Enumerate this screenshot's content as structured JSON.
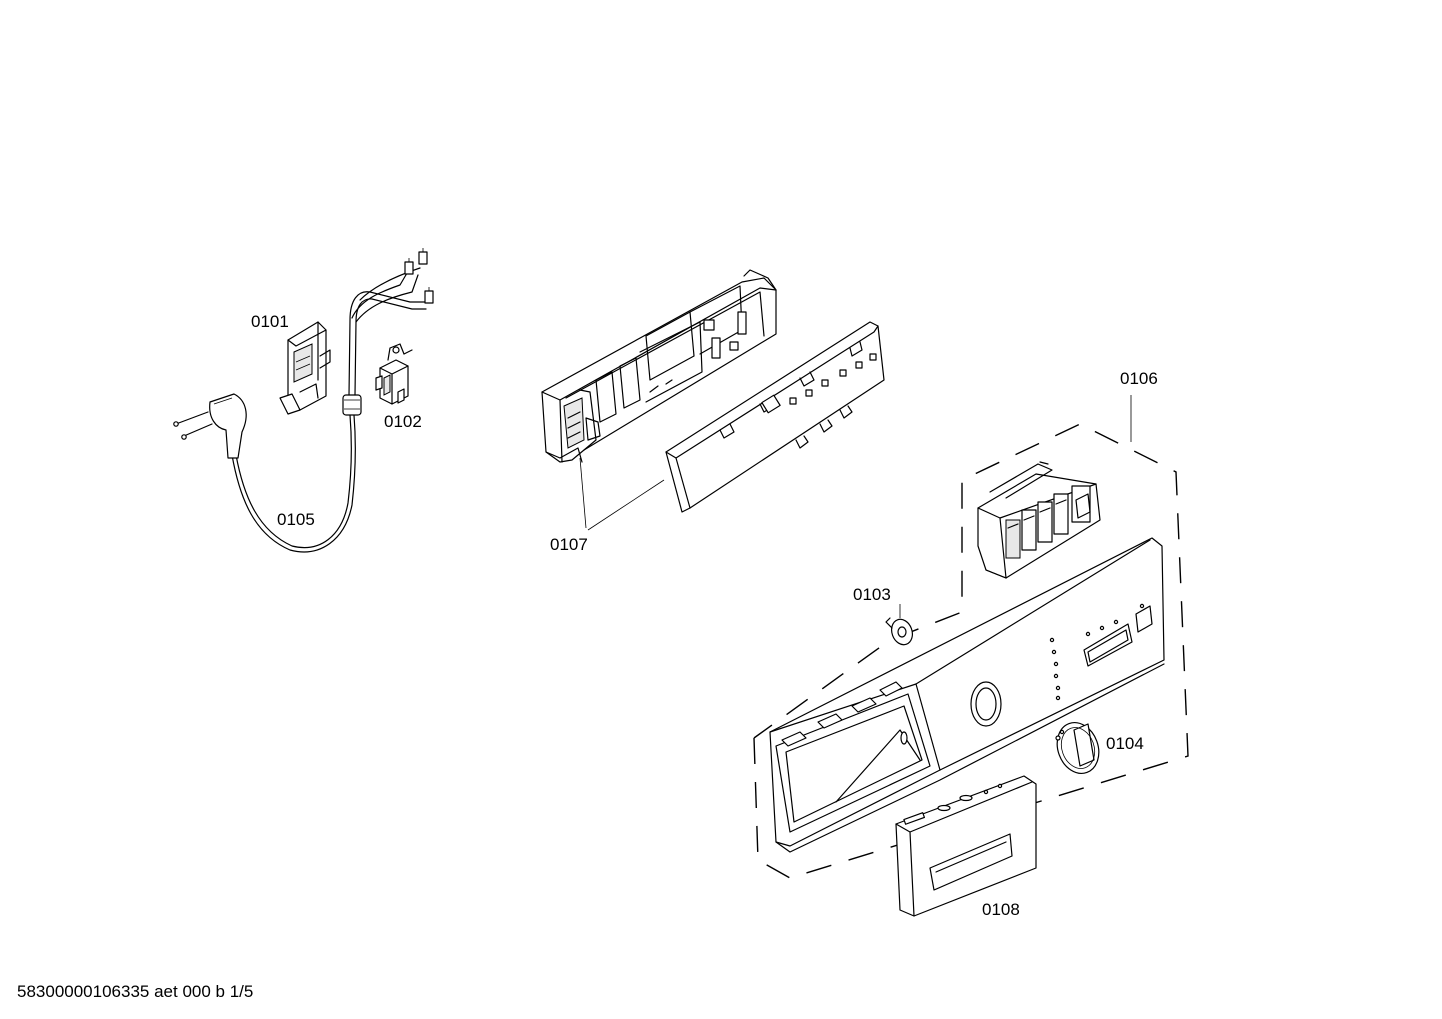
{
  "labels": {
    "p0101": "0101",
    "p0102": "0102",
    "p0103": "0103",
    "p0104": "0104",
    "p0105": "0105",
    "p0106": "0106",
    "p0107": "0107",
    "p0108": "0108"
  },
  "footer": "58300000106335 aet 000 b 1/5"
}
